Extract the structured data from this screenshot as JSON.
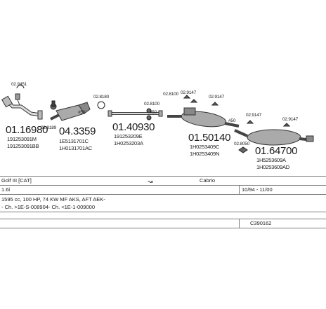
{
  "parts": [
    {
      "number": "01.16980",
      "oem": [
        "191253091M",
        "191253091BB"
      ]
    },
    {
      "number": "04.3359",
      "oem": [
        "1E5131701C",
        "1H0131701AC"
      ]
    },
    {
      "number": "01.40930",
      "oem": [
        "191253209E",
        "1H0253203A"
      ]
    },
    {
      "number": "01.50140",
      "oem": [
        "1H0253409C",
        "1H0253409N"
      ]
    },
    {
      "number": "01.64700",
      "oem": [
        "1H5253609A",
        "1H0253609AD"
      ]
    }
  ],
  "accessories": {
    "a1": "02.9451",
    "a2": "02.8180",
    "a3": "02.8100",
    "a4": "02.8100",
    "a5": "02.9147",
    "a6": "02.9147",
    "a7": "02.9147",
    "a8": "02.8050",
    "a9": "02.9147",
    "b1": "02.8189"
  },
  "pipe_sizes": {
    "s1": "#50",
    "s2": "#50",
    "s3": "#50"
  },
  "info": {
    "model": "Golf III [CAT]",
    "body": "Cabrio",
    "engine": "1.6i",
    "years": "10/94 - 11/00",
    "spec": "1595 cc, 100 HP, 74 KW MF AKS, AFT AEK-",
    "chassis": "- Ch. >1E-S-008904- Ch. <1E-1-009000",
    "code": "C390162"
  }
}
